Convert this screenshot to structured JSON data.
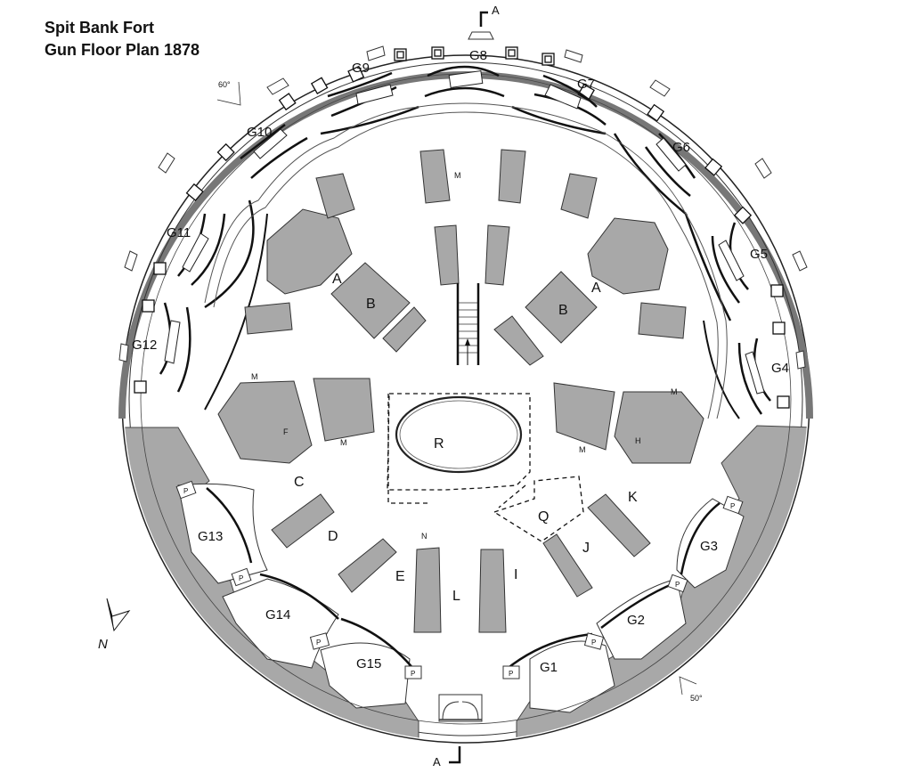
{
  "title": {
    "line1": "Spit Bank Fort",
    "line2": "Gun Floor Plan 1878"
  },
  "section_markers": {
    "top": "A",
    "bottom": "A"
  },
  "angle_markers": [
    {
      "label": "60°",
      "position": "upper-left"
    },
    {
      "label": "50°",
      "position": "lower-right"
    }
  ],
  "north_arrow": {
    "label": "N"
  },
  "colors": {
    "wall_fill": "#a8a8a8",
    "outer_ring": "#777777",
    "line": "#222222",
    "background": "#ffffff"
  },
  "gun_positions": [
    {
      "id": "G1"
    },
    {
      "id": "G2"
    },
    {
      "id": "G3"
    },
    {
      "id": "G4"
    },
    {
      "id": "G5"
    },
    {
      "id": "G6"
    },
    {
      "id": "G7"
    },
    {
      "id": "G8"
    },
    {
      "id": "G9"
    },
    {
      "id": "G10"
    },
    {
      "id": "G11"
    },
    {
      "id": "G12"
    },
    {
      "id": "G13"
    },
    {
      "id": "G14"
    },
    {
      "id": "G15"
    }
  ],
  "rooms": {
    "A_left": "A",
    "A_right": "A",
    "B_left": "B",
    "B_right": "B",
    "C": "C",
    "D": "D",
    "E": "E",
    "F": "F",
    "H": "H",
    "I": "I",
    "J": "J",
    "K": "K",
    "L": "L",
    "N": "N",
    "Q": "Q",
    "R": "R"
  },
  "minor_labels": {
    "M": "M",
    "P": "P"
  }
}
